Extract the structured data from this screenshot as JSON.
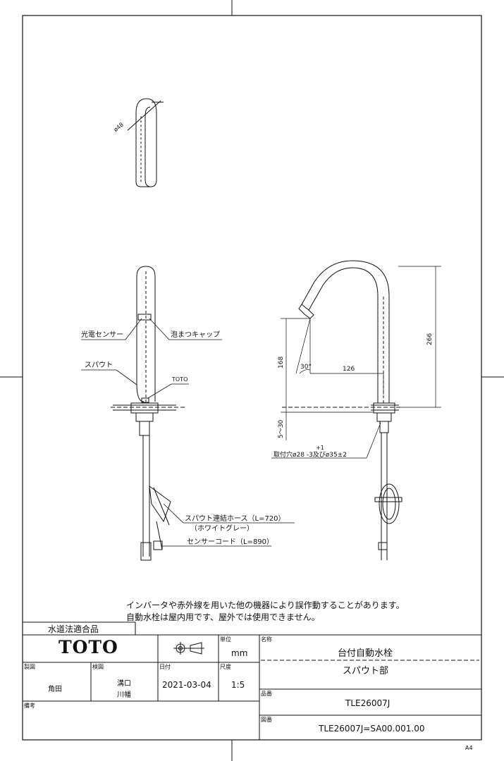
{
  "notes": {
    "line1": "インバータや赤外線を用いた他の機器により誤作動することがあります。",
    "line2": "自動水栓は屋内用です、屋外では使用できません。"
  },
  "top_view": {
    "diameter": "ø48"
  },
  "side_view": {
    "label_sensor": "光電センサー",
    "label_spout": "スパウト",
    "label_cap": "泡まつキャップ",
    "label_logo": "TOTO",
    "label_hose_1": "スパウト連結ホース（L=720）",
    "label_hose_2": "（ホワイトグレー）",
    "label_cord": "センサーコード（L=890）"
  },
  "dims": {
    "height_total": "266",
    "height_outlet": "168",
    "reach": "126",
    "angle": "30°",
    "deck_thickness": "5～30",
    "mount_hole_tol": "+1",
    "mount_hole": "取付穴ø28 -3及びø35±2"
  },
  "title_block": {
    "certification": "水道法適合品",
    "brand": "TOTO",
    "unit_label": "単位",
    "unit_value": "mm",
    "name_label": "名称",
    "name_line1": "台付自動水栓",
    "name_line2": "スパウト部",
    "drawn_label": "製図",
    "drawn_value": "角田",
    "checked_label": "検図",
    "checked_value_1": "溝口",
    "checked_value_2": "川幡",
    "date_label": "日付",
    "date_value": "2021-03-04",
    "scale_label": "尺度",
    "scale_value": "1:5",
    "product_label": "品番",
    "product_value": "TLE26007J",
    "remarks_label": "備考",
    "drawing_label": "図番",
    "drawing_value": "TLE26007J=SA00.001.00",
    "paper_size": "A4"
  },
  "colors": {
    "line": "#111111",
    "paper": "#ffffff"
  },
  "icons": {
    "projection_symbol": "third-angle-projection-icon"
  }
}
